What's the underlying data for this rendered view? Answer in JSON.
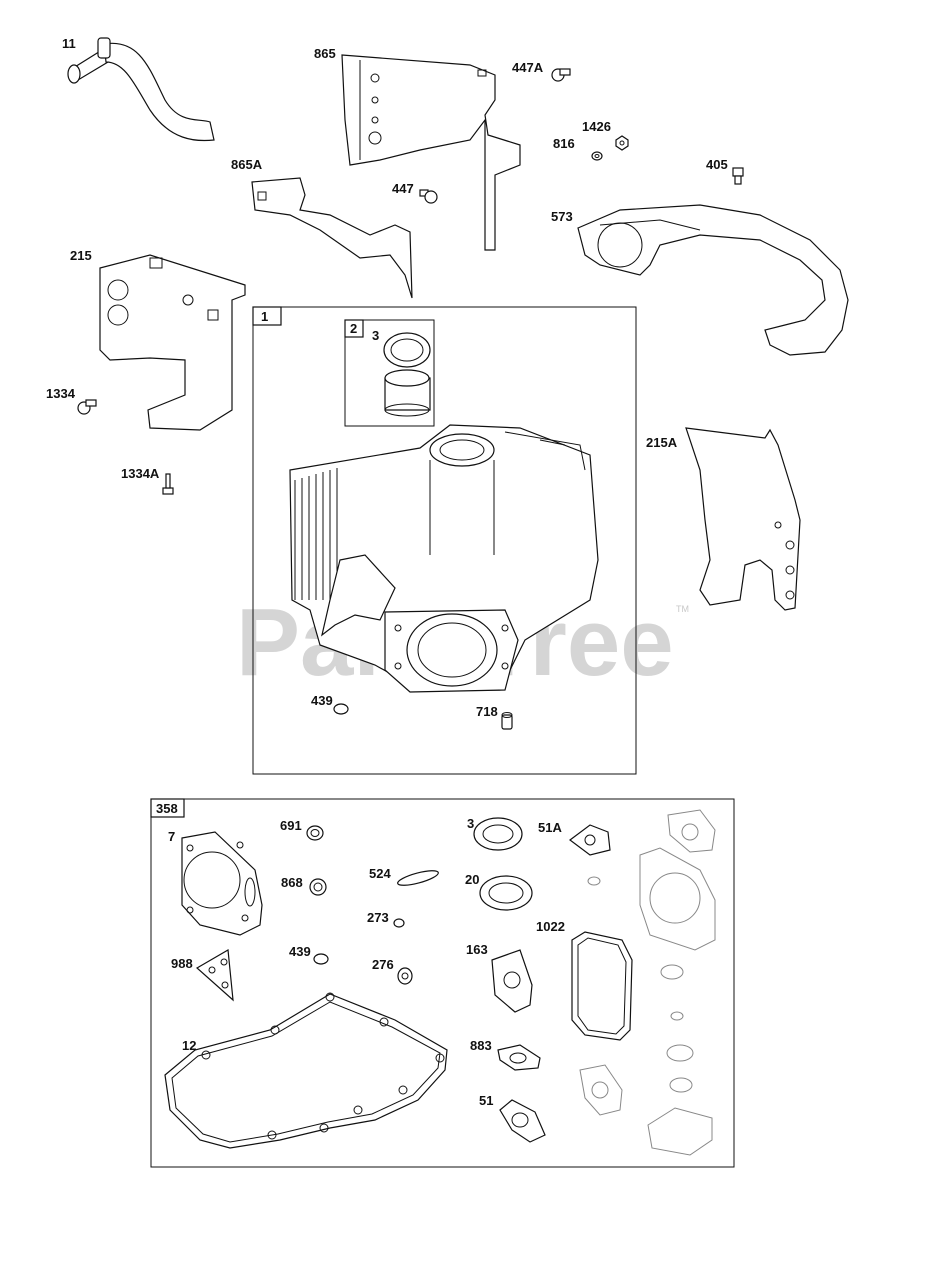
{
  "watermark": {
    "text": "PartsTree",
    "tm": "TM"
  },
  "frames": {
    "short_block_box": "1",
    "bearing_box": "2",
    "gasket_set_box": "358"
  },
  "labels": {
    "p11": "11",
    "p865": "865",
    "p447A": "447A",
    "p1426": "1426",
    "p816": "816",
    "p405": "405",
    "p865A": "865A",
    "p447": "447",
    "p573": "573",
    "p215": "215",
    "p1334": "1334",
    "p1334A": "1334A",
    "p215A": "215A",
    "p3_top": "3",
    "p439_top": "439",
    "p718": "718",
    "p7": "7",
    "p691": "691",
    "p868": "868",
    "p524": "524",
    "p273": "273",
    "p3_set": "3",
    "p20": "20",
    "p51A": "51A",
    "p1022": "1022",
    "p988": "988",
    "p439_set": "439",
    "p276": "276",
    "p163": "163",
    "p12": "12",
    "p883": "883",
    "p51": "51"
  }
}
